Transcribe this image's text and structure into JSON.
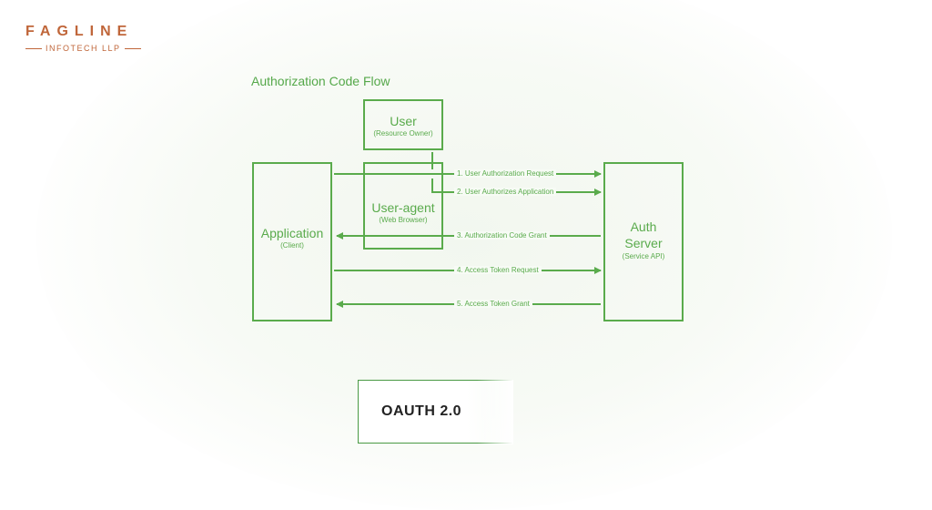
{
  "logo": {
    "main": "FAGLINE",
    "sub": "INFOTECH LLP"
  },
  "diagram": {
    "title": "Authorization Code Flow",
    "user": {
      "title": "User",
      "subtitle": "(Resource Owner)"
    },
    "user_agent": {
      "title": "User-agent",
      "subtitle": "(Web Browser)"
    },
    "application": {
      "title": "Application",
      "subtitle": "(Client)"
    },
    "auth_server": {
      "title": "Auth Server",
      "subtitle": "(Service API)"
    },
    "steps": [
      "1. User Authorization Request",
      "2. User Authorizes Application",
      "3. Authorization Code Grant",
      "4. Access Token Request",
      "5. Access Token Grant"
    ]
  },
  "footer_label": "OAUTH 2.0",
  "colors": {
    "accent": "#5aab4c",
    "brand": "#c0663a"
  }
}
